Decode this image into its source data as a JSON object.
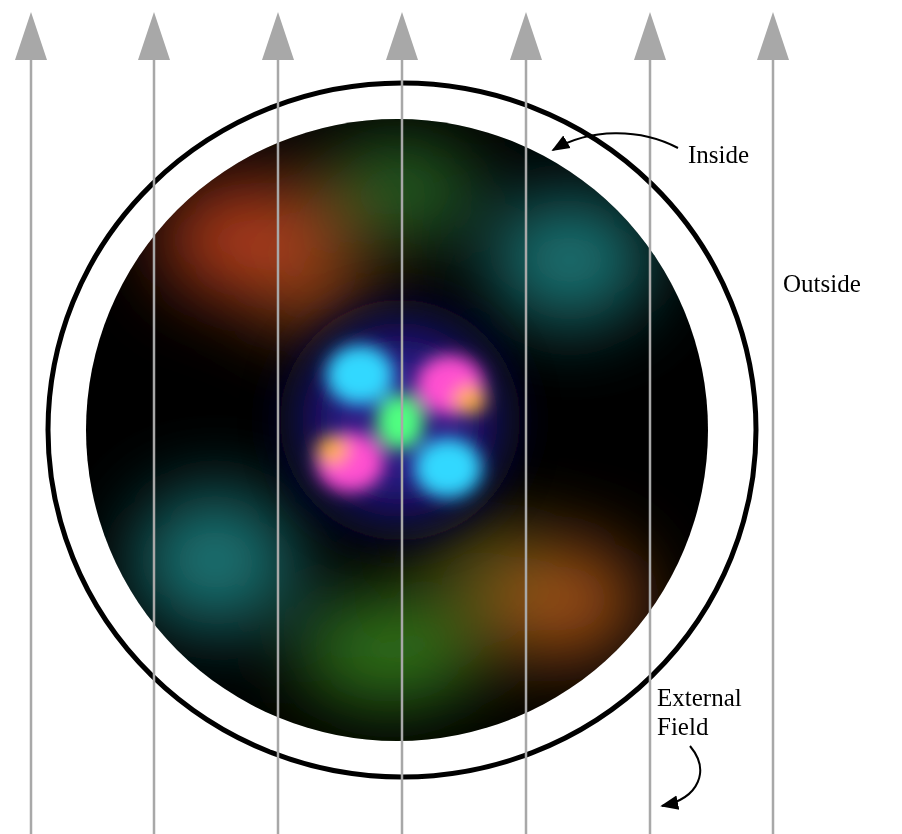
{
  "diagram": {
    "labels": [
      "Inside",
      "Outside",
      "External Field"
    ]
  }
}
